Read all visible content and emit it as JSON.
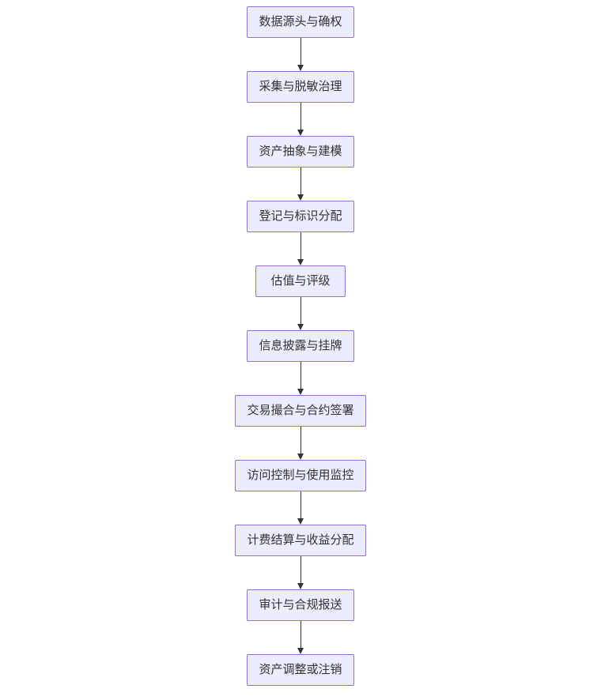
{
  "diagram": {
    "type": "flowchart",
    "direction": "top-down",
    "colors": {
      "node_fill": "#ECECFF",
      "node_border": "#9370DB",
      "arrow": "#333333",
      "text": "#333333"
    },
    "nodes": [
      {
        "id": "n1",
        "label": "数据源头与确权"
      },
      {
        "id": "n2",
        "label": "采集与脱敏治理"
      },
      {
        "id": "n3",
        "label": "资产抽象与建模"
      },
      {
        "id": "n4",
        "label": "登记与标识分配"
      },
      {
        "id": "n5",
        "label": "估值与评级"
      },
      {
        "id": "n6",
        "label": "信息披露与挂牌"
      },
      {
        "id": "n7",
        "label": "交易撮合与合约签署"
      },
      {
        "id": "n8",
        "label": "访问控制与使用监控"
      },
      {
        "id": "n9",
        "label": "计费结算与收益分配"
      },
      {
        "id": "n10",
        "label": "审计与合规报送"
      },
      {
        "id": "n11",
        "label": "资产调整或注销"
      }
    ],
    "edges": [
      {
        "from": "n1",
        "to": "n2"
      },
      {
        "from": "n2",
        "to": "n3"
      },
      {
        "from": "n3",
        "to": "n4"
      },
      {
        "from": "n4",
        "to": "n5"
      },
      {
        "from": "n5",
        "to": "n6"
      },
      {
        "from": "n6",
        "to": "n7"
      },
      {
        "from": "n7",
        "to": "n8"
      },
      {
        "from": "n8",
        "to": "n9"
      },
      {
        "from": "n9",
        "to": "n10"
      },
      {
        "from": "n10",
        "to": "n11"
      }
    ]
  }
}
